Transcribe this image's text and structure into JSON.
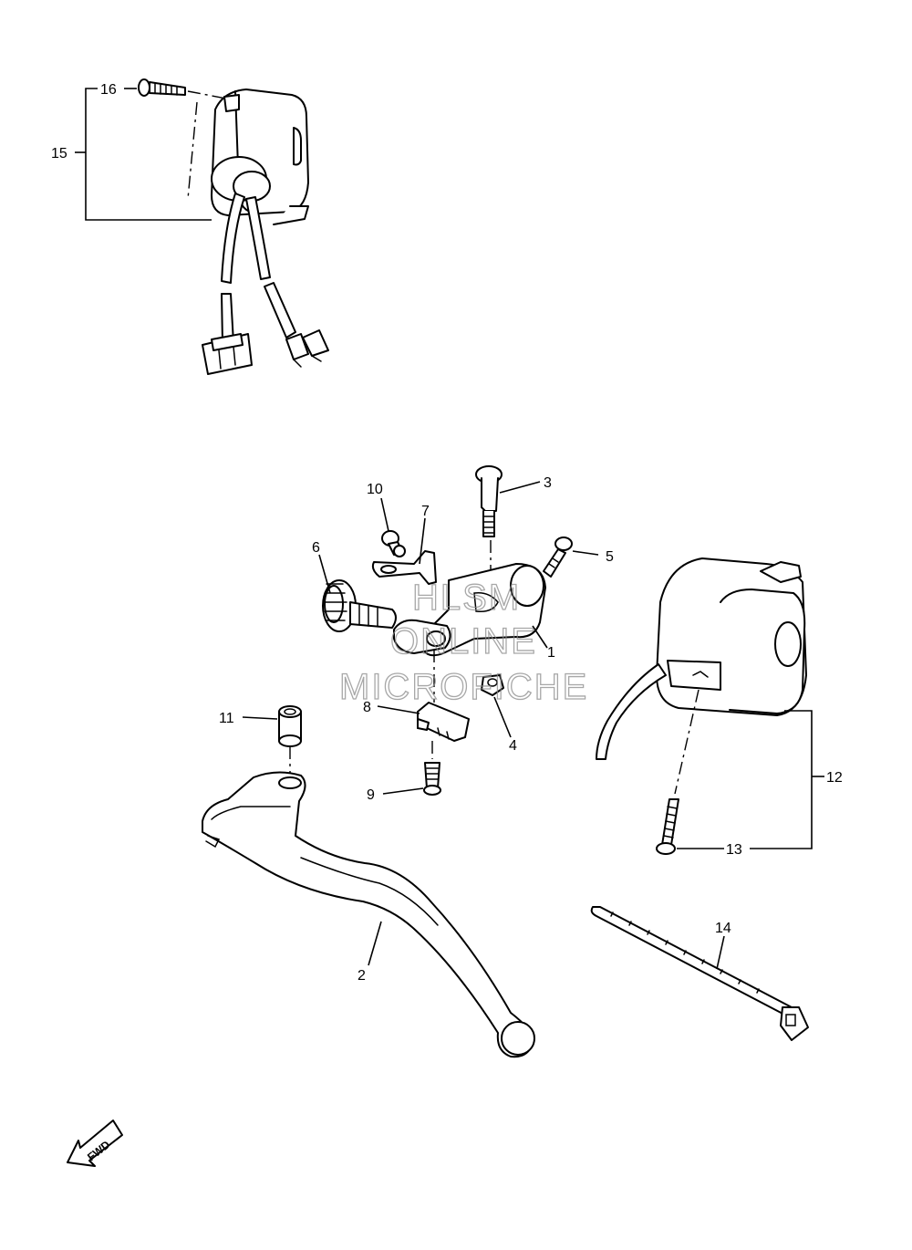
{
  "callouts": {
    "c1": "1",
    "c2": "2",
    "c3": "3",
    "c4": "4",
    "c5": "5",
    "c6": "6",
    "c7": "7",
    "c8": "8",
    "c9": "9",
    "c10": "10",
    "c11": "11",
    "c12": "12",
    "c13": "13",
    "c14": "14",
    "c15": "15",
    "c16": "16"
  },
  "watermark": {
    "line1": "HLSM",
    "line2": "ONLINE",
    "line3": "MICROFICHE"
  },
  "fwd_label": "FWD",
  "icons": {
    "fwd": "fwd-arrow-icon"
  }
}
